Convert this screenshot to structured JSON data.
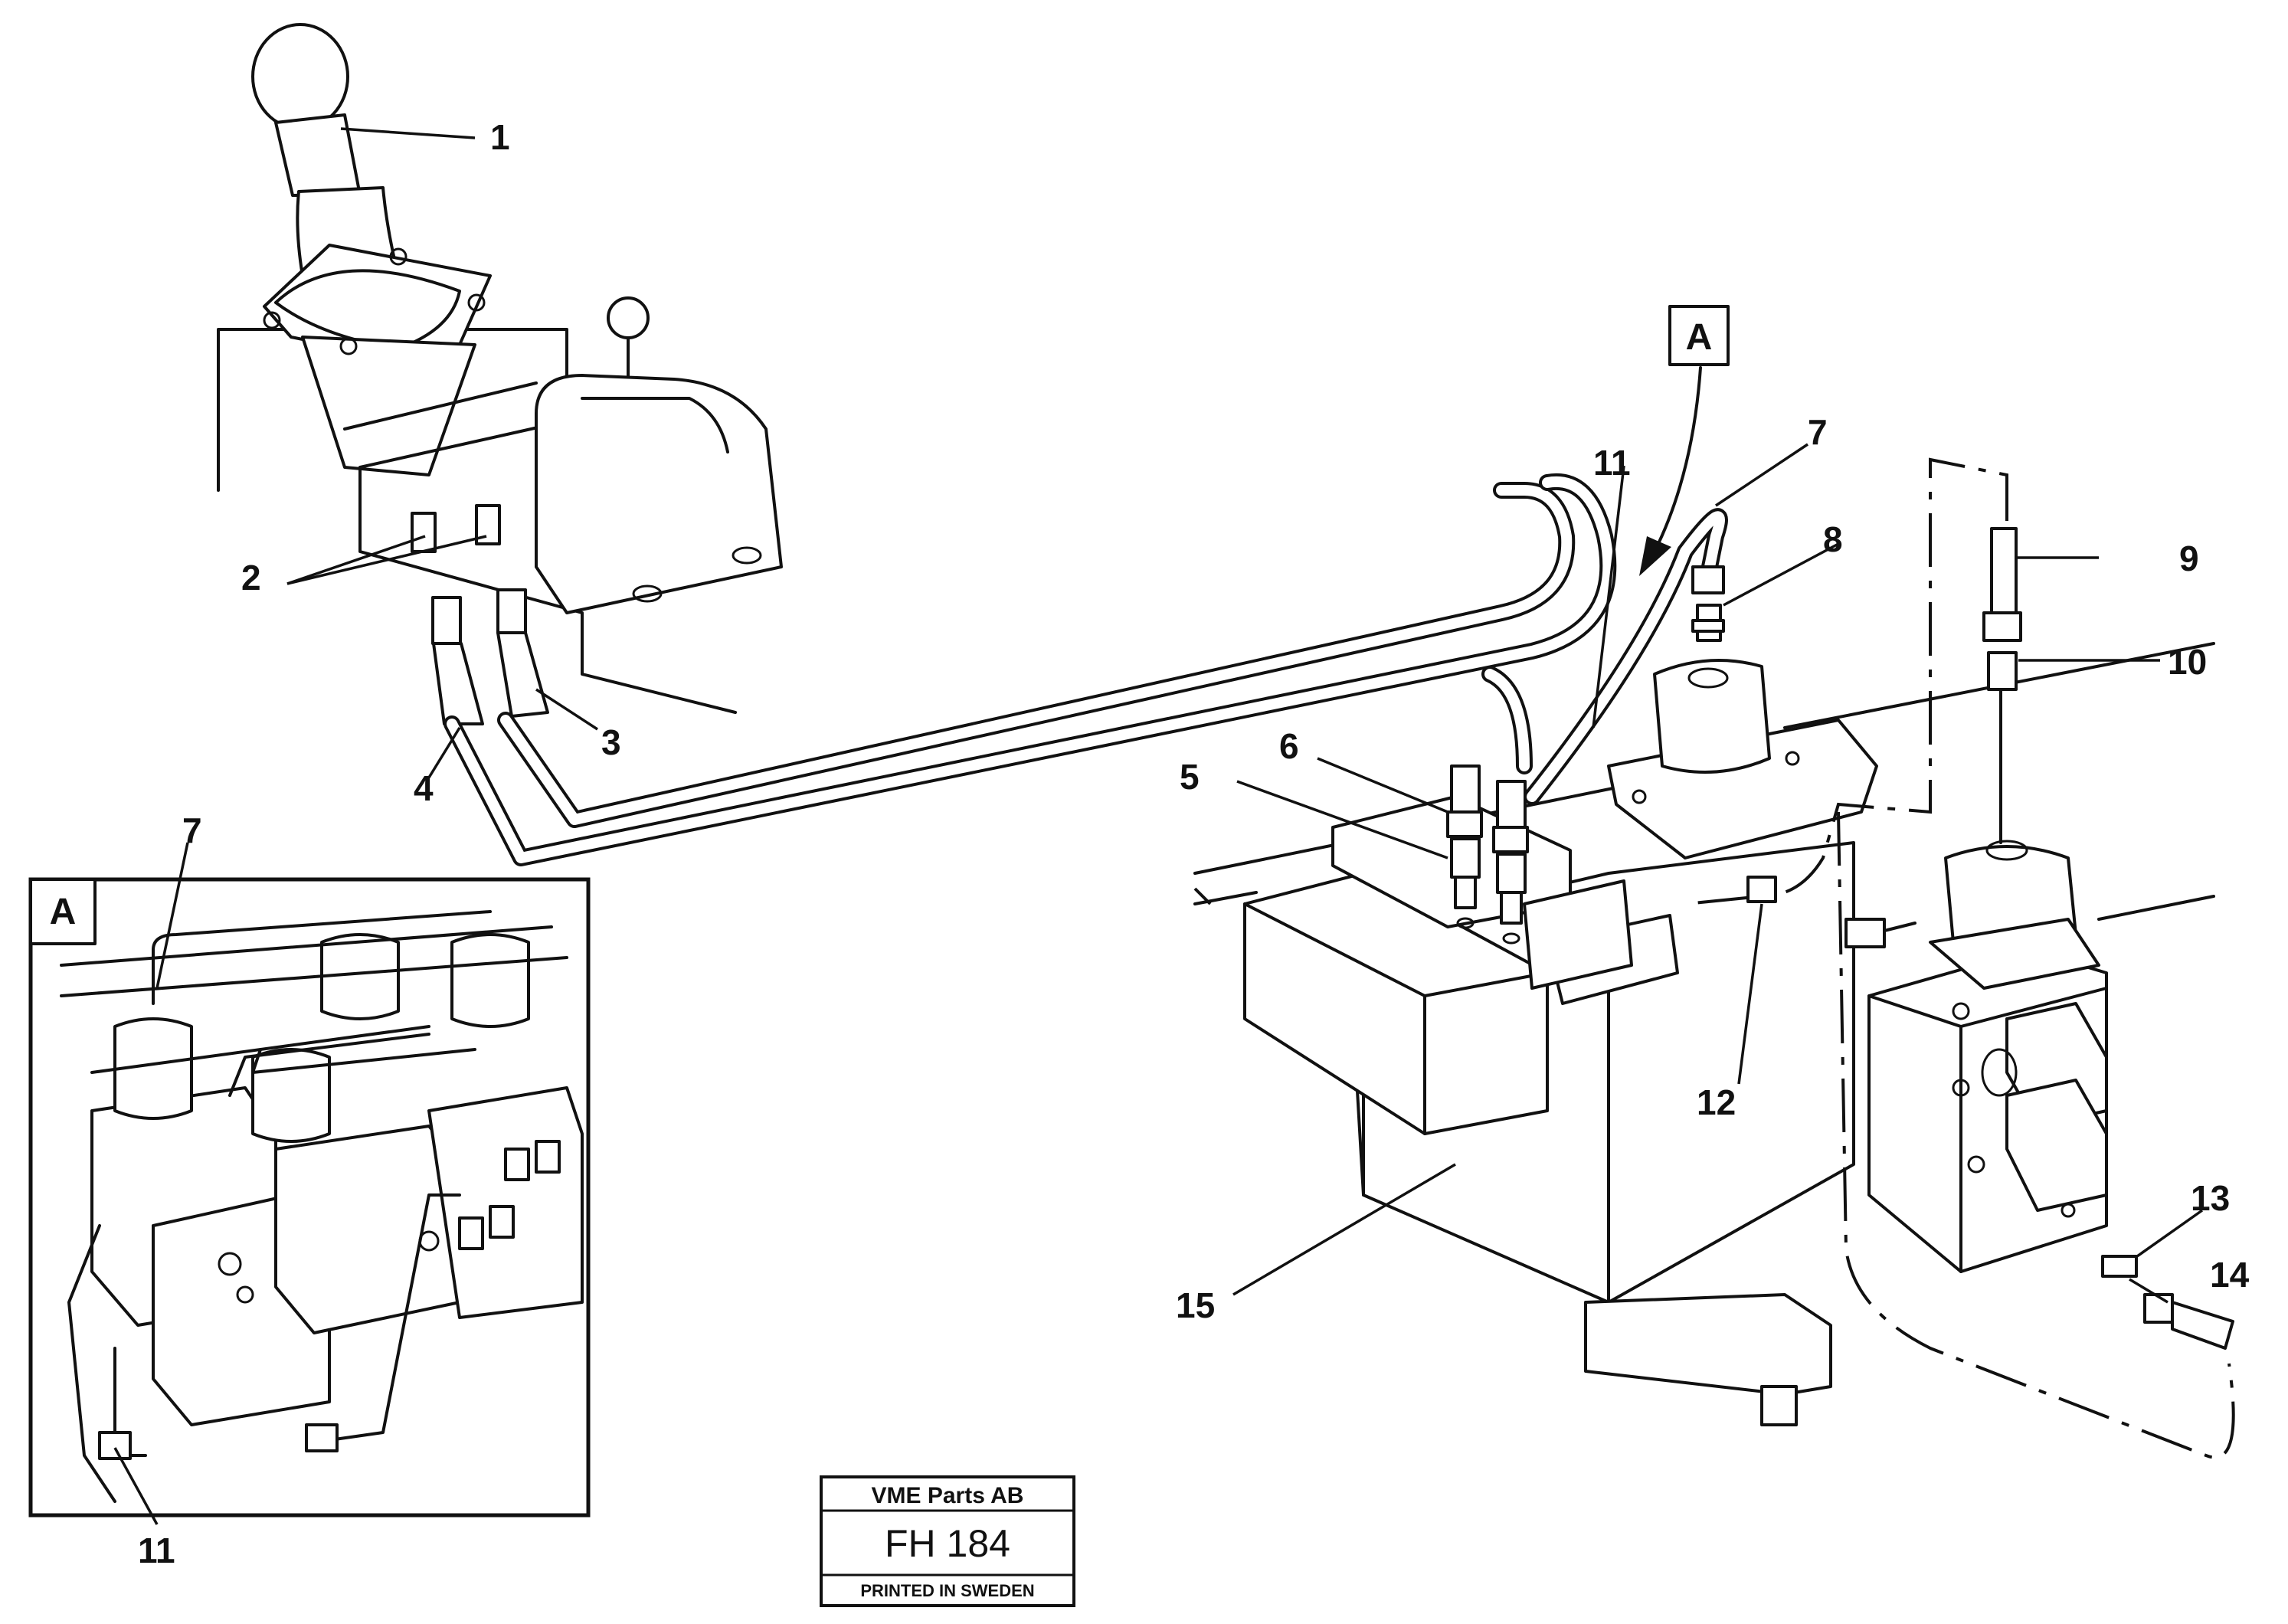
{
  "diagram": {
    "callouts": [
      {
        "id": "1",
        "label": "1"
      },
      {
        "id": "2",
        "label": "2"
      },
      {
        "id": "3",
        "label": "3"
      },
      {
        "id": "4",
        "label": "4"
      },
      {
        "id": "5",
        "label": "5"
      },
      {
        "id": "6",
        "label": "6"
      },
      {
        "id": "7",
        "label": "7"
      },
      {
        "id": "8",
        "label": "8"
      },
      {
        "id": "9",
        "label": "9"
      },
      {
        "id": "10",
        "label": "10"
      },
      {
        "id": "11",
        "label": "11"
      },
      {
        "id": "12",
        "label": "12"
      },
      {
        "id": "13",
        "label": "13"
      },
      {
        "id": "14",
        "label": "14"
      },
      {
        "id": "15",
        "label": "15"
      },
      {
        "id": "7b",
        "label": "7"
      },
      {
        "id": "11b",
        "label": "11"
      }
    ],
    "detail_ref": {
      "main": "A",
      "inset": "A"
    }
  },
  "stamp": {
    "company": "VME Parts AB",
    "code": "FH 184",
    "printed": "PRINTED IN SWEDEN"
  },
  "colors": {
    "ink": "#111111",
    "paper": "#ffffff"
  }
}
